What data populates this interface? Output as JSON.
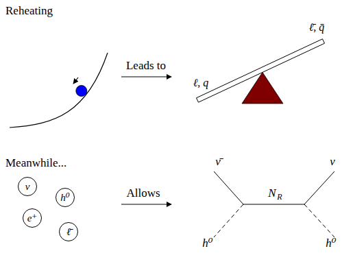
{
  "diagram": {
    "nodes": [
      {
        "text": [
          "ν"
        ]
      },
      {
        "text": [
          "h⁰"
        ]
      },
      {
        "text": [
          "e⁺"
        ]
      },
      {
        "text": [
          "ℓ̄"
        ]
      }
    ],
    "labels": [
      "Reheating",
      "Leads to",
      "ℓ̄, q̄",
      "ℓ, q",
      "Meanwhile...",
      "Allows",
      "ν̄",
      "ν",
      "N",
      "R",
      "h⁰",
      "h⁰"
    ]
  }
}
